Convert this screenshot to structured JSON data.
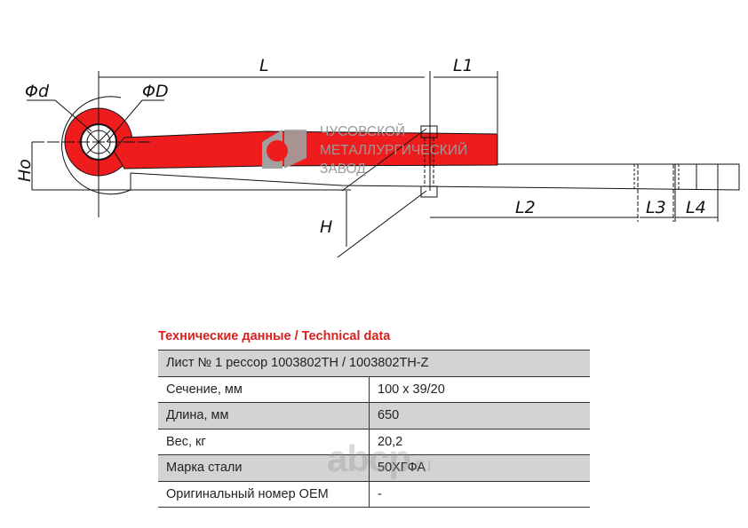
{
  "drawing": {
    "labels": {
      "L": "L",
      "L1": "L1",
      "L2": "L2",
      "L3": "L3",
      "L4": "L4",
      "H": "H",
      "Ho": "Ho",
      "d": "Φd",
      "D": "ΦD"
    },
    "logo": {
      "line1": "ЧУСОВСКОЙ",
      "line2": "МЕТАЛЛУРГИЧЕСКИЙ",
      "line3": "ЗАВОД"
    },
    "colors": {
      "leaf": "#ee1c1c",
      "logo": "#9a9a9a"
    }
  },
  "table": {
    "title": "Технические данные / Technical data",
    "header": "Лист № 1 рессор  1003802TH / 1003802TH-Z",
    "rows": [
      {
        "label": "Сечение, мм",
        "value": "100 x 39/20"
      },
      {
        "label": "Длина, мм",
        "value": "650"
      },
      {
        "label": "Вес, кг",
        "value": "20,2"
      },
      {
        "label": "Марка стали",
        "value": "50ХГФА"
      },
      {
        "label": "Оригинальный номер OEM",
        "value": "-"
      }
    ]
  },
  "watermark": {
    "main": "abcp",
    "suffix": ".ru"
  }
}
